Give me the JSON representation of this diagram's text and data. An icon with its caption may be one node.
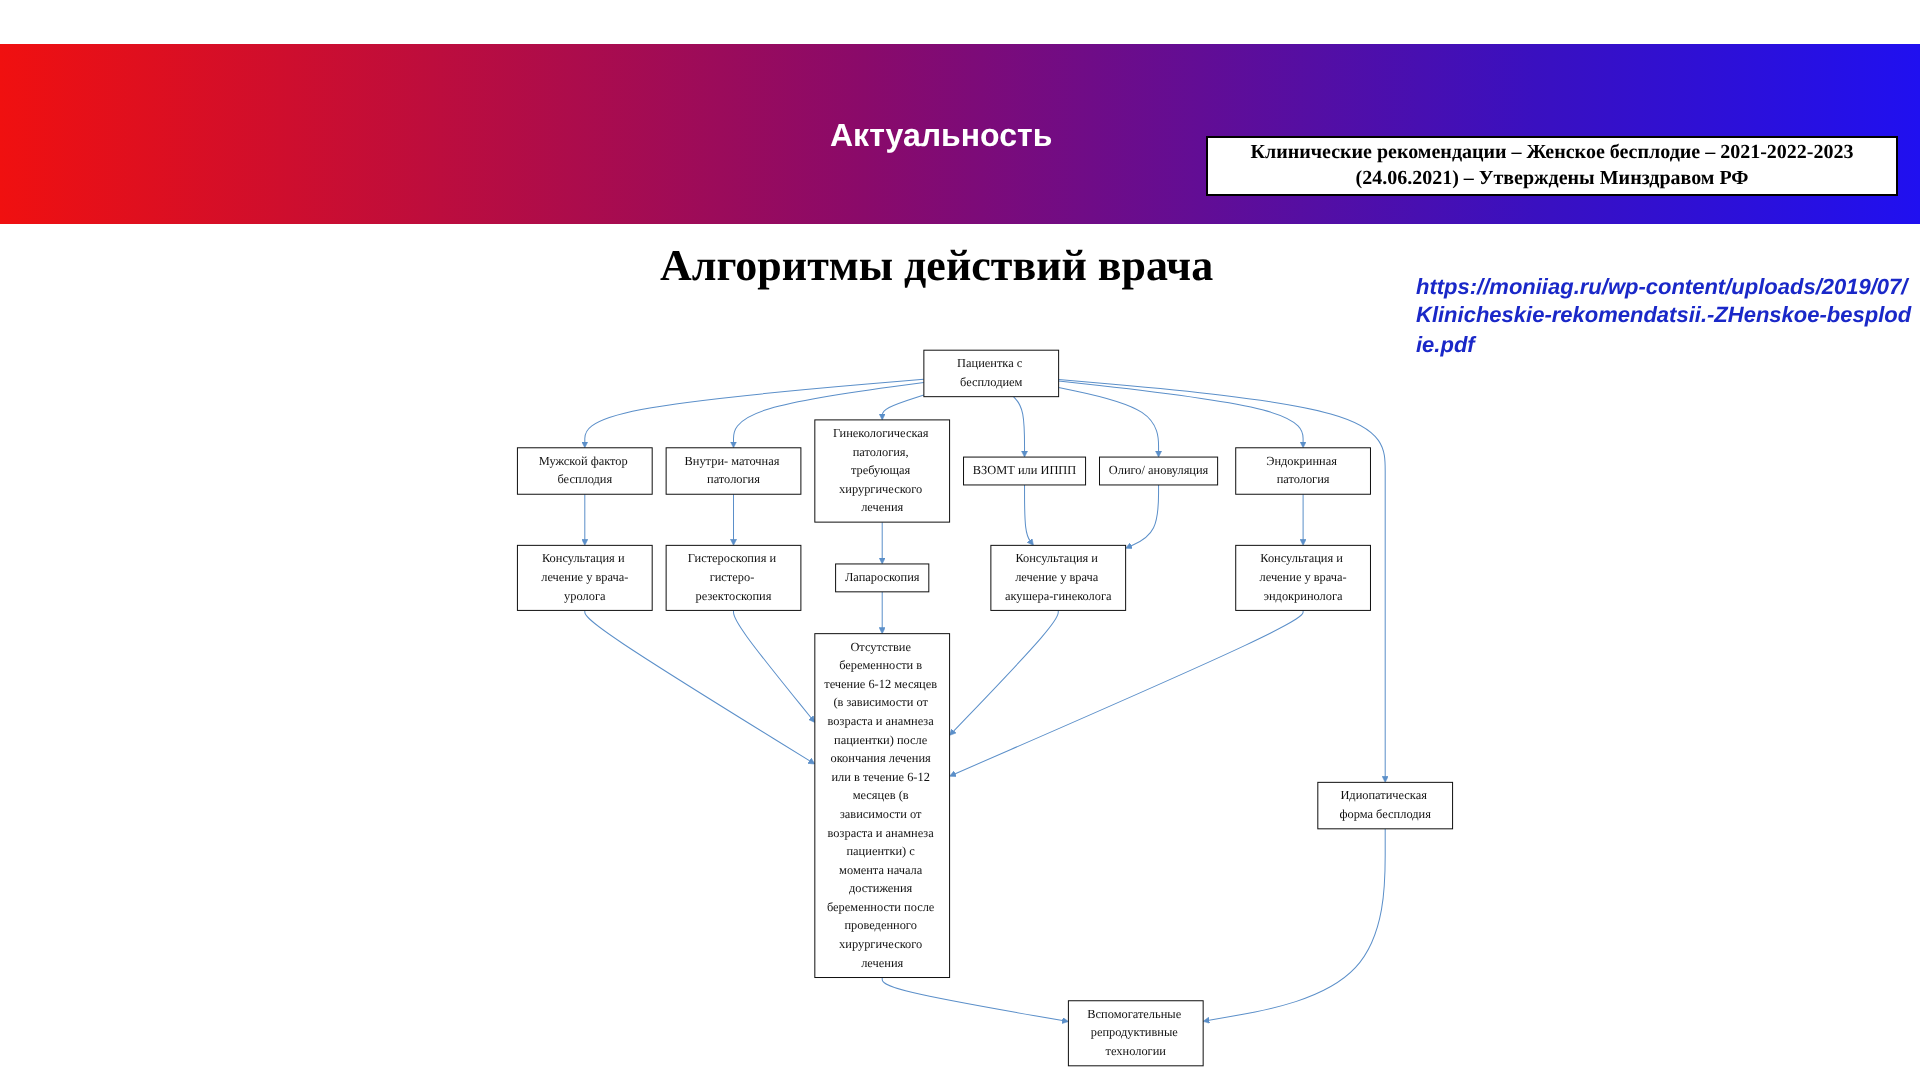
{
  "diagram": {
    "title": "Алгоритмы действий врача",
    "nodes": [
      {
        "text": [
          "Пациентка с бесплодием"
        ]
      },
      {
        "text": [
          "Мужской фактор бесплодия"
        ]
      },
      {
        "text": [
          "Внутри- маточная патология"
        ]
      },
      {
        "text": [
          "Гинекологическая патология, требующая хирургического лечения"
        ]
      },
      {
        "text": [
          "ВЗОМТ или ИППП"
        ]
      },
      {
        "text": [
          "Олиго/ ановуляция"
        ]
      },
      {
        "text": [
          "Эндокринная патология"
        ]
      },
      {
        "text": [
          "Идиопатическая форма бесплодия"
        ]
      },
      {
        "text": [
          "Консультация и лечение у врача-уролога"
        ]
      },
      {
        "text": [
          "Гистероскопия и гистеро- резектоскопия"
        ]
      },
      {
        "text": [
          "Лапароскопия"
        ]
      },
      {
        "text": [
          "Консультация и лечение у врача акушера-гинеколога"
        ]
      },
      {
        "text": [
          "Консультация и лечение у врача-эндокринолога"
        ]
      },
      {
        "text": [
          "Отсутствие беременности в течение 6-12 месяцев (в зависимости от возраста и анамнеза пациентки) после окончания лечения или в течение 6-12 месяцев (в зависимости от возраста и анамнеза пациентки) с момента начала достижения беременности после проведенного хирургического лечения"
        ]
      },
      {
        "text": [
          "Вспомогательные репродуктивные технологии"
        ]
      }
    ],
    "edges": [
      {
        "from": 0,
        "to": 1,
        "arrow": "to"
      },
      {
        "from": 0,
        "to": 2,
        "arrow": "to"
      },
      {
        "from": 0,
        "to": 3,
        "arrow": "to"
      },
      {
        "from": 0,
        "to": 4,
        "arrow": "to"
      },
      {
        "from": 0,
        "to": 5,
        "arrow": "to"
      },
      {
        "from": 0,
        "to": 6,
        "arrow": "to"
      },
      {
        "from": 0,
        "to": 7,
        "arrow": "to"
      },
      {
        "from": 1,
        "to": 8,
        "arrow": "to"
      },
      {
        "from": 2,
        "to": 9,
        "arrow": "to"
      },
      {
        "from": 3,
        "to": 10,
        "arrow": "to"
      },
      {
        "from": 4,
        "to": 11,
        "arrow": "to"
      },
      {
        "from": 5,
        "to": 11,
        "arrow": "to"
      },
      {
        "from": 6,
        "to": 12,
        "arrow": "to"
      },
      {
        "from": 8,
        "to": 13,
        "arrow": "to"
      },
      {
        "from": 9,
        "to": 13,
        "arrow": "to"
      },
      {
        "from": 10,
        "to": 13,
        "arrow": "to"
      },
      {
        "from": 11,
        "to": 13,
        "arrow": "to"
      },
      {
        "from": 12,
        "to": 13,
        "arrow": "to"
      },
      {
        "from": 13,
        "to": 14,
        "arrow": "to"
      },
      {
        "from": 7,
        "to": 14,
        "arrow": "to"
      }
    ],
    "labels": [
      "Актуальность",
      "Клинические рекомендации – Женское бесплодие – 2021-2022-2023 (24.06.2021) – Утверждены Минздравом РФ",
      "https://moniiag.ru/wp-content/uploads/2019/07/Klinicheskie-rekomendatsii.-ZHenskoe-besplodie.pdf"
    ]
  }
}
